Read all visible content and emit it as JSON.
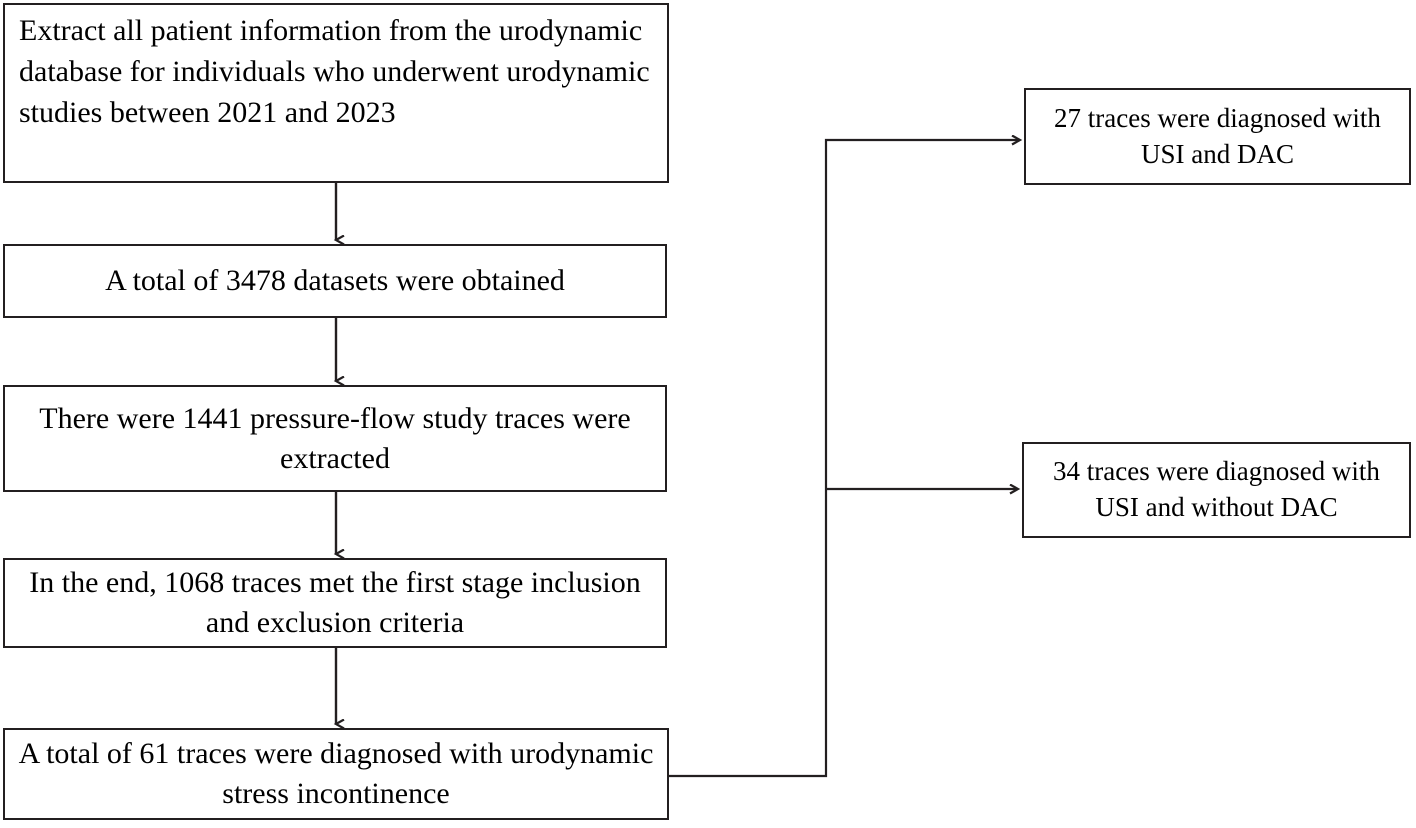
{
  "diagram": {
    "title": "Patient selection flowchart for urodynamic study traces",
    "type": "flowchart",
    "background_color": "#ffffff",
    "line_color": "#231f20",
    "text_color": "#000000",
    "nodes": {
      "source": {
        "text": "Extract all patient information from the urodynamic database for individuals who underwent urodynamic studies between 2021 and 2023",
        "align": "left"
      },
      "datasets": {
        "text": "A total of 3478 datasets were obtained",
        "count": 3478,
        "align": "center"
      },
      "traces": {
        "text": "There were 1441 pressure-flow study traces were extracted",
        "count": 1441,
        "align": "center"
      },
      "inclusion": {
        "text": "In the end, 1068 traces met the first stage inclusion and exclusion criteria",
        "count": 1068,
        "align": "center"
      },
      "usi": {
        "text": "A total of 61 traces were diagnosed with urodynamic stress incontinence",
        "count": 61,
        "align": "center"
      },
      "dac": {
        "text": "27 traces were diagnosed with USI and DAC",
        "count": 27,
        "align": "center"
      },
      "nodac": {
        "text": "34 traces were diagnosed with USI and without DAC",
        "count": 34,
        "align": "center"
      }
    },
    "edges": [
      {
        "from": "source",
        "to": "datasets",
        "style": "vertical-arrow"
      },
      {
        "from": "datasets",
        "to": "traces",
        "style": "vertical-arrow"
      },
      {
        "from": "traces",
        "to": "inclusion",
        "style": "vertical-arrow"
      },
      {
        "from": "inclusion",
        "to": "usi",
        "style": "vertical-arrow"
      },
      {
        "from": "usi",
        "to": "dac",
        "style": "elbow-arrow"
      },
      {
        "from": "usi",
        "to": "nodac",
        "style": "elbow-arrow"
      }
    ]
  }
}
